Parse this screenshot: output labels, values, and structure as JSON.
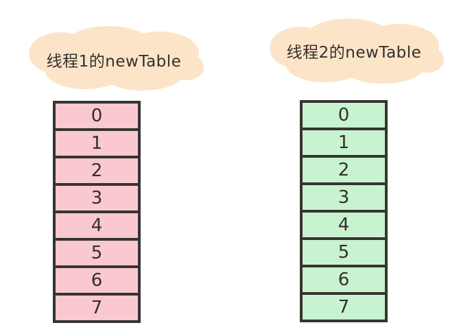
{
  "colors": {
    "background": "#ffffff",
    "cloud_fill": "#fce4c8",
    "left_cell_fill": "#f9c8d0",
    "right_cell_fill": "#c8f3d0",
    "border_color": "#363430",
    "text_color": "#33302c"
  },
  "clouds": [
    {
      "label": "线程1的newTable"
    },
    {
      "label": "线程2的newTable"
    }
  ],
  "tables": [
    {
      "id": "thread1-newtable",
      "cells": [
        "0",
        "1",
        "2",
        "3",
        "4",
        "5",
        "6",
        "7"
      ]
    },
    {
      "id": "thread2-newtable",
      "cells": [
        "0",
        "1",
        "2",
        "3",
        "4",
        "5",
        "6",
        "7"
      ]
    }
  ]
}
